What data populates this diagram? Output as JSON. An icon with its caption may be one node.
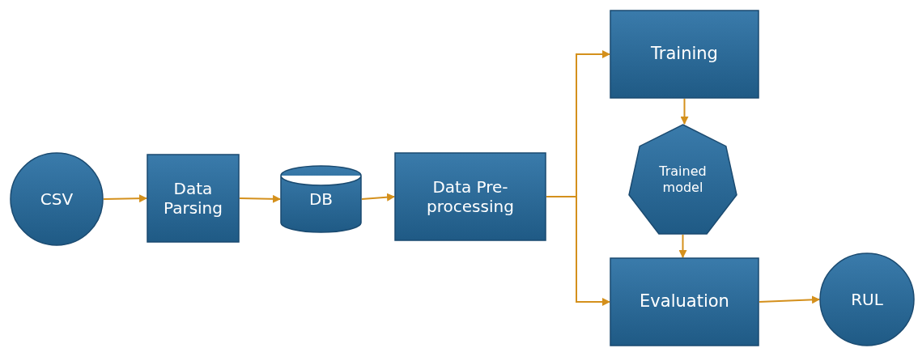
{
  "diagram": {
    "nodes": [
      {
        "text": [
          "CSV"
        ]
      },
      {
        "text": [
          "Data Parsing"
        ]
      },
      {
        "text": [
          "DB"
        ]
      },
      {
        "text": [
          "Data Pre-processing"
        ]
      },
      {
        "text": [
          "Training"
        ]
      },
      {
        "text": [
          "Trained model"
        ]
      },
      {
        "text": [
          "Evaluation"
        ]
      },
      {
        "text": [
          "RUL"
        ]
      }
    ],
    "edges": [
      {
        "from": 0,
        "to": 1,
        "arrow": "to"
      },
      {
        "from": 1,
        "to": 2,
        "arrow": "to"
      },
      {
        "from": 2,
        "to": 3,
        "arrow": "to"
      },
      {
        "from": 3,
        "to": 4,
        "arrow": "to"
      },
      {
        "from": 3,
        "to": 6,
        "arrow": "to"
      },
      {
        "from": 4,
        "to": 5,
        "arrow": "to"
      },
      {
        "from": 5,
        "to": 6,
        "arrow": "to"
      },
      {
        "from": 6,
        "to": 7,
        "arrow": "to"
      }
    ]
  }
}
